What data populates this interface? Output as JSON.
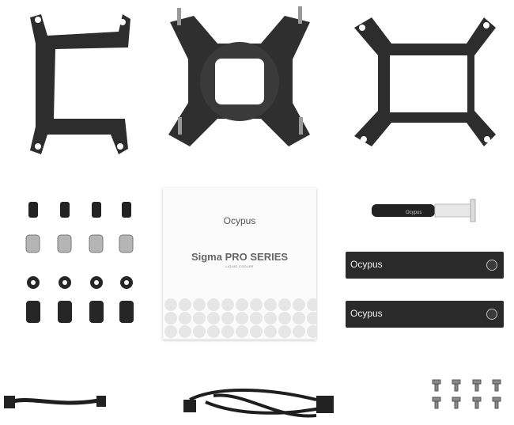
{
  "manual": {
    "brand": "Ocypus",
    "title": "Sigma PRO SERIES",
    "subtitle": "LIQUID COOLER"
  },
  "straps": [
    {
      "brand": "Ocypus"
    },
    {
      "brand": "Ocypus"
    }
  ],
  "syringe": {
    "brand": "Ocypus"
  },
  "colors": {
    "metal": "#2b2b2b",
    "background": "#ffffff",
    "manual": "#fbfbfb"
  }
}
